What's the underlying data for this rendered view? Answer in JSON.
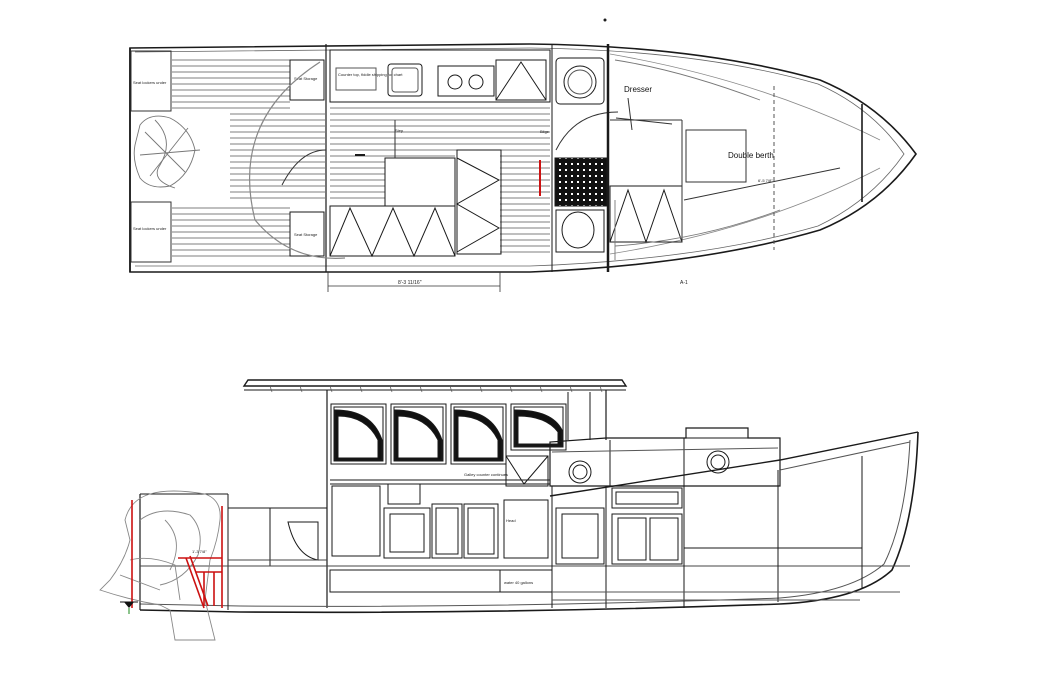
{
  "plan": {
    "labels": {
      "dresser": "Dresser",
      "double_berth": "Double berth",
      "sheet_id": "A-1",
      "overall_dim": "8'-3 11/16\"",
      "berth_dim": "6'-5 7/8\"",
      "seat_storage_upper": "Seat Storage",
      "seat_storage_lower": "Seat Storage",
      "seat_storage_aft_upper": "Seat lockers under",
      "seat_storage_aft_lower": "Seat lockers under",
      "counter_note": "Counter top, fiddle shipping for chart",
      "bilge_note": "Bilge",
      "step_note": "Step"
    }
  },
  "profile": {
    "labels": {
      "water_tank": "water 40 gallons",
      "galley_note": "Galley counter continues",
      "head_note": "Head",
      "red_dim": "1'-3 7/8\""
    }
  },
  "colors": {
    "line": "#1a1a1a",
    "red": "#cc1111",
    "grey": "#8a8a8a",
    "green": "#1a8a1a"
  },
  "icons": {
    "compass": "compass-rose-icon",
    "waterline": "waterline-marker-icon"
  }
}
